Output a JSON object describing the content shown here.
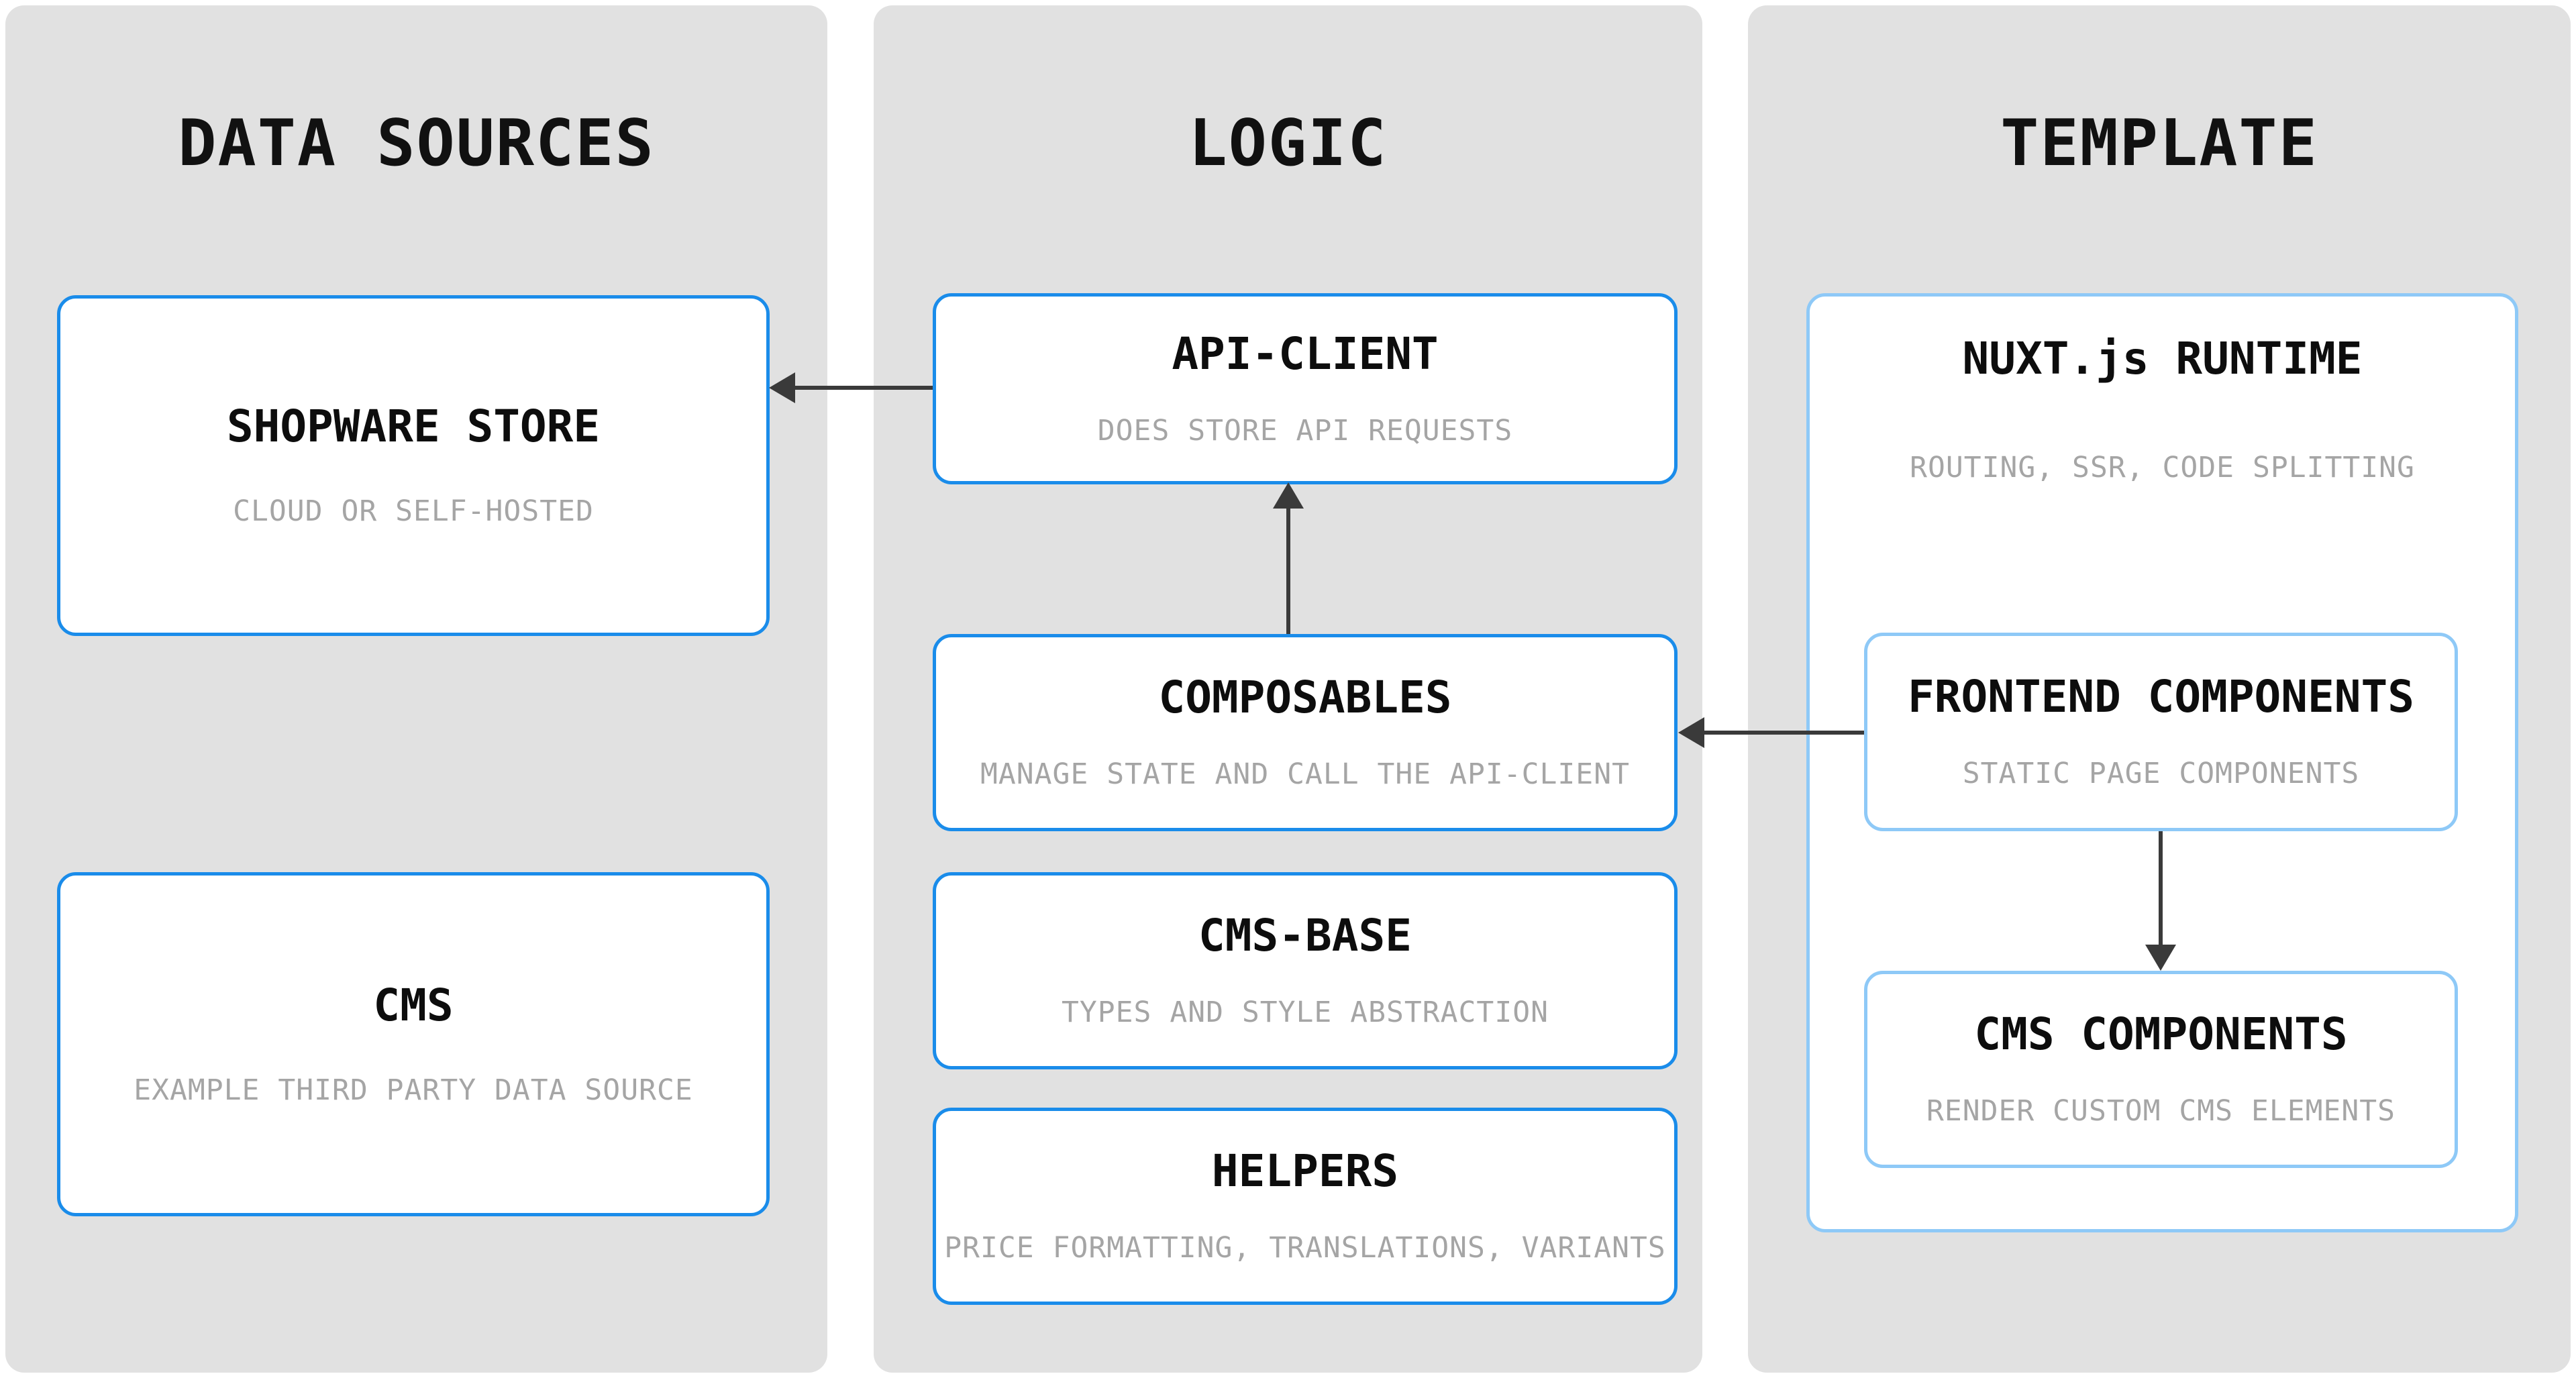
{
  "diagram_title": "",
  "colors": {
    "page_background": "#ffffff",
    "panel_background": "#e1e1e1",
    "box_border_strong_blue": "#1a8cea",
    "box_border_light_blue": "#8ec9f7",
    "title_text": "#0d0d0d",
    "subtitle_text": "#a5a5a5",
    "arrow": "#3a3a3a"
  },
  "columns": [
    {
      "id": "data-sources",
      "header": "DATA SOURCES",
      "boxes": [
        {
          "id": "shopware-store",
          "title": "SHOPWARE STORE",
          "subtitle": "CLOUD OR SELF-HOSTED",
          "border": "strong-blue"
        },
        {
          "id": "cms",
          "title": "CMS",
          "subtitle": "EXAMPLE THIRD PARTY DATA SOURCE",
          "border": "strong-blue"
        }
      ]
    },
    {
      "id": "logic",
      "header": "LOGIC",
      "boxes": [
        {
          "id": "api-client",
          "title": "API-CLIENT",
          "subtitle": "DOES STORE API REQUESTS",
          "border": "strong-blue"
        },
        {
          "id": "composables",
          "title": "COMPOSABLES",
          "subtitle": "MANAGE STATE AND CALL THE API-CLIENT",
          "border": "strong-blue"
        },
        {
          "id": "cms-base",
          "title": "CMS-BASE",
          "subtitle": "TYPES AND STYLE ABSTRACTION",
          "border": "strong-blue"
        },
        {
          "id": "helpers",
          "title": "HELPERS",
          "subtitle": "PRICE FORMATTING, TRANSLATIONS, VARIANTS",
          "border": "strong-blue"
        }
      ]
    },
    {
      "id": "template",
      "header": "TEMPLATE",
      "boxes": [
        {
          "id": "nuxt-runtime",
          "title": "NUXT.js RUNTIME",
          "subtitle": "ROUTING, SSR, CODE SPLITTING",
          "border": "light-blue"
        },
        {
          "id": "frontend-components",
          "title": "FRONTEND COMPONENTS",
          "subtitle": "STATIC PAGE COMPONENTS",
          "border": "light-blue"
        },
        {
          "id": "cms-components",
          "title": "CMS COMPONENTS",
          "subtitle": "RENDER CUSTOM CMS ELEMENTS",
          "border": "light-blue"
        }
      ]
    }
  ],
  "arrows": [
    {
      "from": "api-client",
      "to": "shopware-store",
      "direction": "left"
    },
    {
      "from": "composables",
      "to": "api-client",
      "direction": "up"
    },
    {
      "from": "frontend-components",
      "to": "composables",
      "direction": "left"
    },
    {
      "from": "frontend-components",
      "to": "cms-components",
      "direction": "down"
    }
  ]
}
